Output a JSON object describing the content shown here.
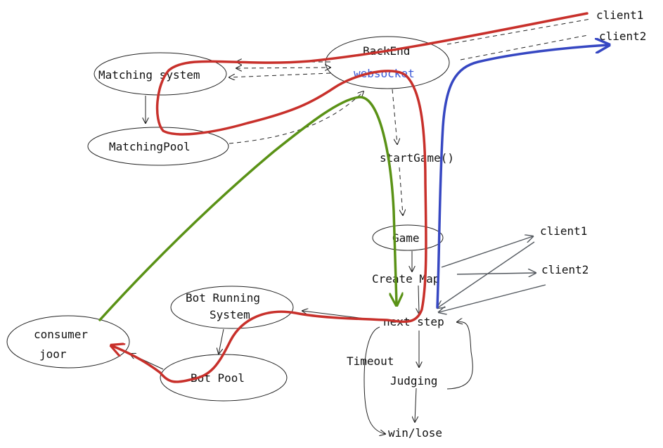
{
  "diagram": {
    "nodes": {
      "backend": "BackEnd",
      "websocket": "websocket",
      "matching_system": "Matching system",
      "matching_pool": "MatchingPool",
      "start_game": "startGame()",
      "game": "Game",
      "create_map": "Create Map",
      "next_step": "next step",
      "timeout": "Timeout",
      "judging": "Judging",
      "win_lose": "win/lose",
      "bot_running_line1": "Bot Running",
      "bot_running_line2": "System",
      "bot_pool": "Bot Pool",
      "consumer_line1": "consumer",
      "consumer_line2": "joor",
      "client1_top": "client1",
      "client2_top": "client2",
      "client1_mid": "client1",
      "client2_mid": "client2"
    },
    "colors": {
      "red_path": "#c8302b",
      "green_path": "#5a9216",
      "blue_path": "#3647c2",
      "gray_path": "#555a60",
      "websocket_text": "#3a57d6",
      "line": "#222222"
    }
  }
}
